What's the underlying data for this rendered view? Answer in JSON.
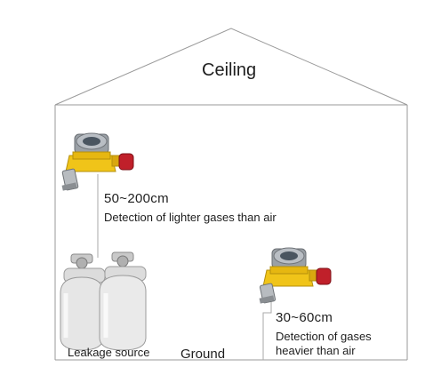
{
  "labels": {
    "ceiling": "Ceiling",
    "upper_range": "50~200cm",
    "upper_desc": "Detection of lighter gases than air",
    "lower_range": "30~60cm",
    "lower_desc_line1": "Detection of gases",
    "lower_desc_line2": "heavier than air",
    "leakage_source": "Leakage source",
    "ground": "Ground"
  },
  "colors": {
    "outline": "#8f8f8f",
    "detector_body": "#f0c419",
    "alarm_lamp": "#c0202a",
    "cylinder": "#e4e4e4"
  }
}
